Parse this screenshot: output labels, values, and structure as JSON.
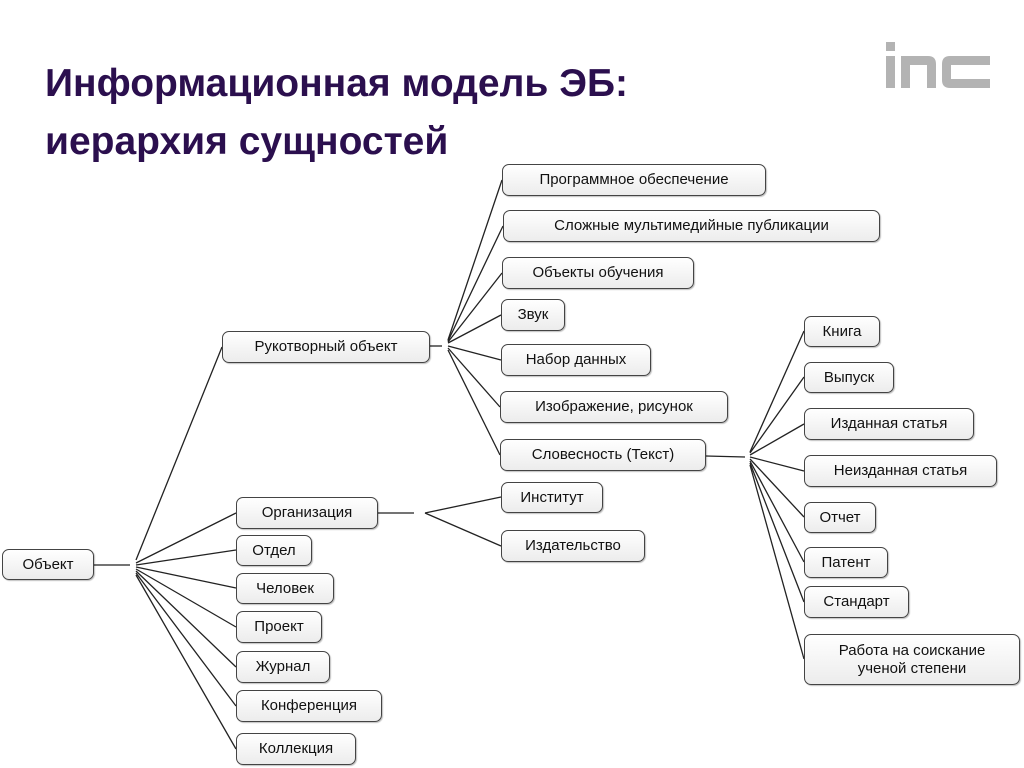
{
  "title": "Информационная модель ЭБ:\nиерархия сущностей",
  "logo_text": "inc",
  "nodes": {
    "root": "Объект",
    "handmade": "Рукотворный объект",
    "organization": "Организация",
    "department": "Отдел",
    "person": "Человек",
    "project": "Проект",
    "journal": "Журнал",
    "conference": "Конференция",
    "collection": "Коллекция",
    "software": "Программное обеспечение",
    "multimedia": "Сложные мультимедийные публикации",
    "learning": "Объекты обучения",
    "sound": "Звук",
    "dataset": "Набор данных",
    "image": "Изображение, рисунок",
    "text": "Словесность (Текст)",
    "institute": "Институт",
    "publisher": "Издательство",
    "book": "Книга",
    "issue": "Выпуск",
    "published_article": "Изданная статья",
    "unpublished_article": "Неизданная статья",
    "report": "Отчет",
    "patent": "Патент",
    "standard": "Стандарт",
    "thesis": "Работа на соискание\nученой степени"
  }
}
